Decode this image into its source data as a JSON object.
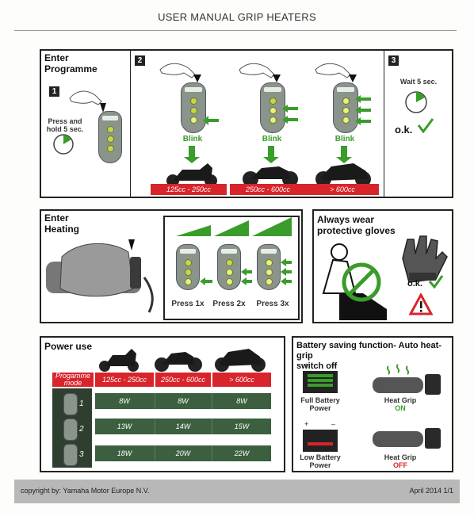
{
  "title": "USER MANUAL GRIP HEATERS",
  "programme": {
    "heading_line1": "Enter",
    "heading_line2": "Programme",
    "step1": {
      "num": "1",
      "text_line1": "Press and",
      "text_line2": "hold 5 sec."
    },
    "step2": {
      "num": "2",
      "blink": "Blink",
      "labels": [
        "125cc - 250cc",
        "250cc - 600cc",
        "> 600cc"
      ]
    },
    "step3": {
      "num": "3",
      "wait": "Wait 5 sec.",
      "ok": "o.k."
    }
  },
  "heating": {
    "heading_line1": "Enter",
    "heading_line2": "Heating",
    "press": [
      "Press 1x",
      "Press 2x",
      "Press 3x"
    ]
  },
  "gloves": {
    "heading_line1": "Always wear",
    "heading_line2": "protective gloves",
    "ok": "o.k."
  },
  "power": {
    "heading": "Power use",
    "col0_line1": "Progamme",
    "col0_line2": "mode",
    "columns": [
      "125cc - 250cc",
      "250cc - 600cc",
      "> 600cc"
    ],
    "rows": [
      {
        "mode": "1",
        "values": [
          "8W",
          "8W",
          "8W"
        ]
      },
      {
        "mode": "2",
        "values": [
          "13W",
          "14W",
          "15W"
        ]
      },
      {
        "mode": "3",
        "values": [
          "18W",
          "20W",
          "22W"
        ]
      }
    ]
  },
  "battery": {
    "heading_line1": "Battery saving function- Auto heat-grip",
    "heading_line2": "switch off",
    "full_line1": "Full Battery",
    "full_line2": "Power",
    "low_line1": "Low Battery",
    "low_line2": "Power",
    "grip_on_line1": "Heat Grip",
    "grip_on_line2": "ON",
    "grip_off_line1": "Heat Grip",
    "grip_off_line2": "OFF",
    "plus": "+",
    "minus": "–"
  },
  "footer": {
    "left": "copyright by: Yamaha Motor Europe N.V.",
    "right": "April 2014 1/1"
  },
  "colors": {
    "red": "#d8242b",
    "green": "#3a9c2a",
    "dark_green": "#3b5f3f"
  }
}
